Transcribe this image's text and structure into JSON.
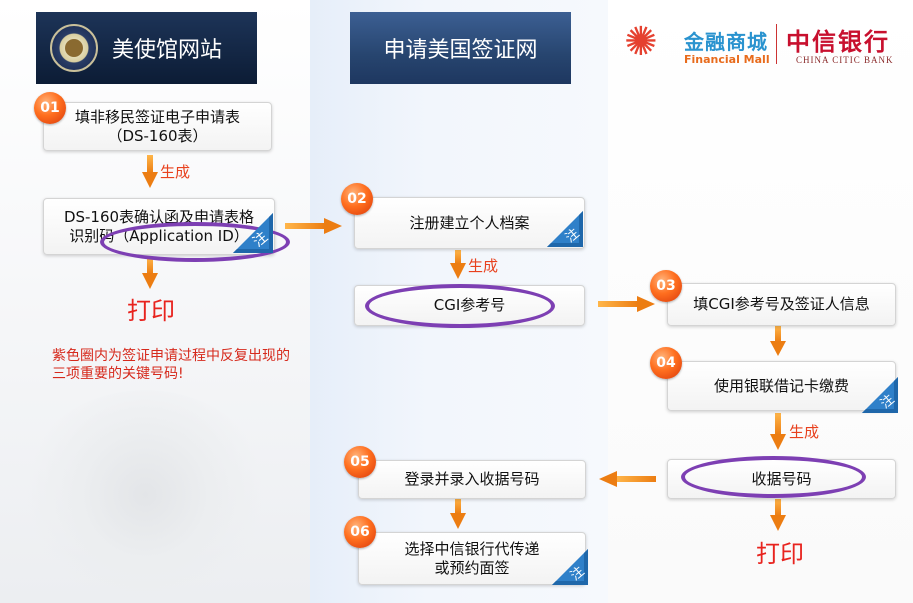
{
  "headers": {
    "embassy": "美使馆网站",
    "visa_site": "申请美国签证网",
    "mall_cn": "金融商城",
    "mall_en": "Financial Mall",
    "bank_cn": "中信银行",
    "bank_en": "CHINA CITIC BANK"
  },
  "steps": {
    "s01": {
      "num": "01",
      "line1": "填非移民签证电子申请表",
      "line2": "（DS-160表）"
    },
    "ds160": {
      "line1": "DS-160表确认函及申请表格",
      "line2": "识别码（Application ID）"
    },
    "s02": {
      "num": "02",
      "text": "注册建立个人档案"
    },
    "cgi": {
      "text": "CGI参考号"
    },
    "s03": {
      "num": "03",
      "text": "填CGI参考号及签证人信息"
    },
    "s04": {
      "num": "04",
      "text": "使用银联借记卡缴费"
    },
    "receipt": {
      "text": "收据号码"
    },
    "s05": {
      "num": "05",
      "text": "登录并录入收据号码"
    },
    "s06": {
      "num": "06",
      "line1": "选择中信银行代传递",
      "line2": "或预约面签"
    }
  },
  "labels": {
    "generate_1": "生成",
    "generate_2": "生成",
    "generate_3": "生成",
    "print_1": "打印",
    "print_2": "打印",
    "note_char": "注"
  },
  "remark": "紫色圈内为签证申请过程中反复出现的三项重要的关键号码!",
  "colors": {
    "arrow": "#f0961e",
    "highlight_ellipse": "#7d3fb3",
    "badge": "#ff6f1f",
    "note_tag": "#2f80c9"
  }
}
